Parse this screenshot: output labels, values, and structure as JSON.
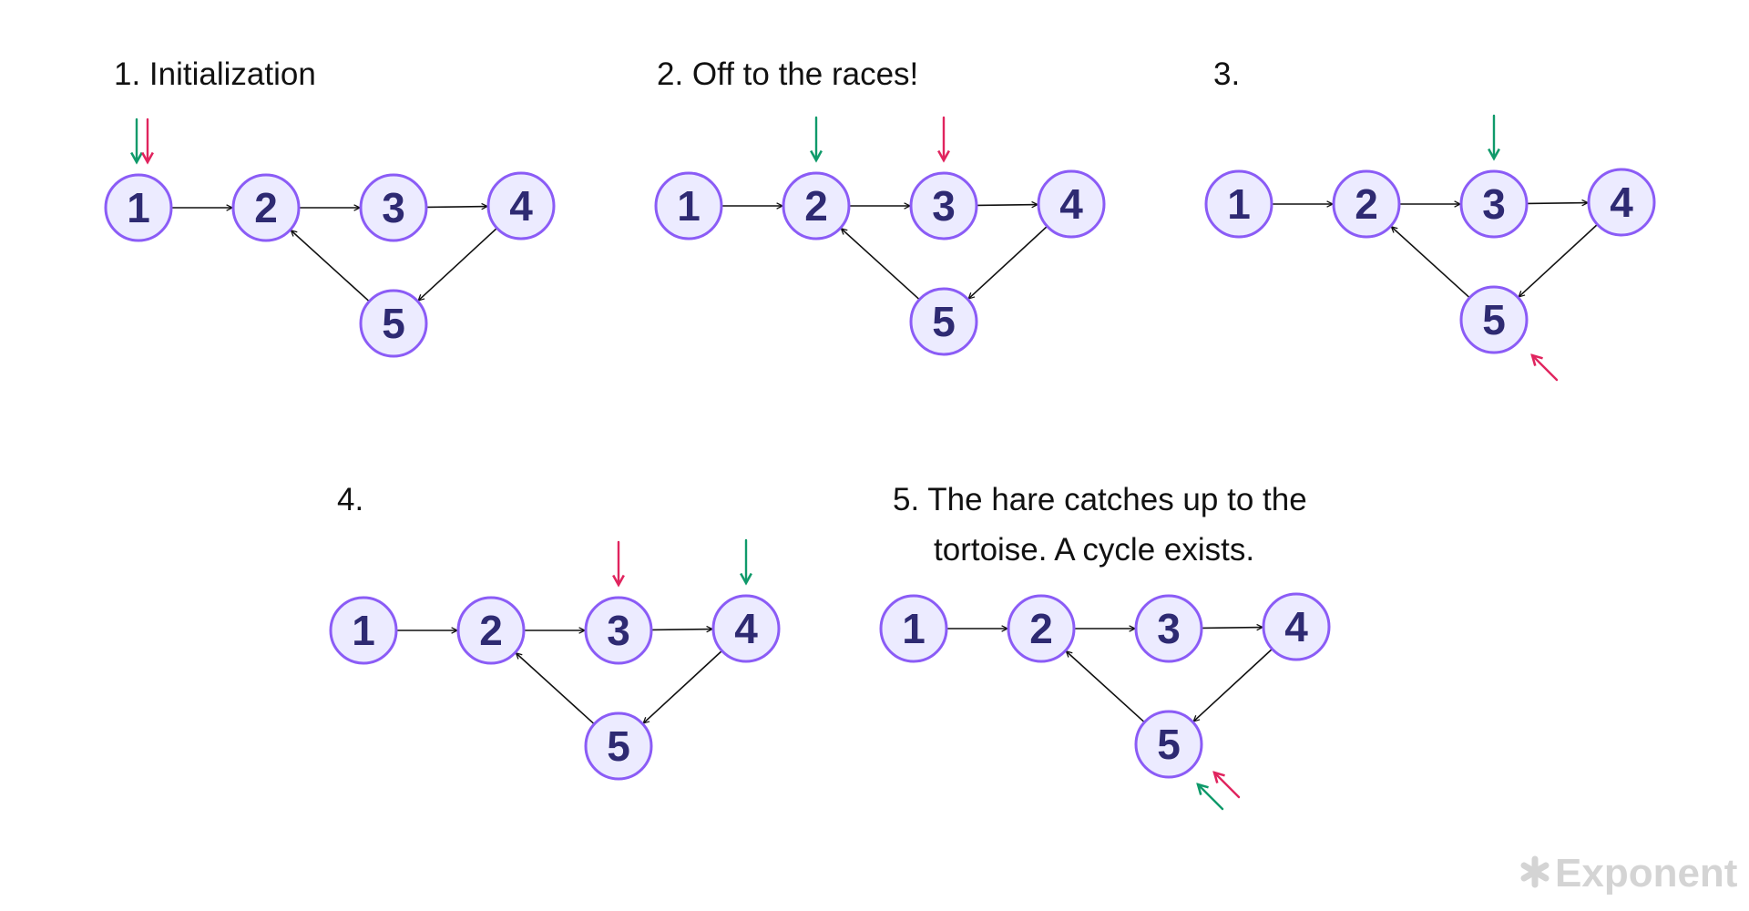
{
  "colors": {
    "node_fill": "#ecebff",
    "node_stroke": "#8b5cf6",
    "node_text": "#2e2a72",
    "tortoise_pointer": "#0f9a6a",
    "hare_pointer": "#e0245e",
    "edge": "#111111"
  },
  "edges": [
    [
      "1",
      "2"
    ],
    [
      "2",
      "3"
    ],
    [
      "3",
      "4"
    ],
    [
      "4",
      "5"
    ],
    [
      "5",
      "2"
    ]
  ],
  "panels": [
    {
      "caption_lines": [
        "1. Initialization"
      ],
      "nodes": [
        "1",
        "2",
        "3",
        "4",
        "5"
      ],
      "pointers": [
        {
          "role": "tortoise",
          "color": "green",
          "at": "1",
          "direction": "down"
        },
        {
          "role": "hare",
          "color": "red",
          "at": "1",
          "direction": "down"
        }
      ]
    },
    {
      "caption_lines": [
        "2. Off to the races!"
      ],
      "nodes": [
        "1",
        "2",
        "3",
        "4",
        "5"
      ],
      "pointers": [
        {
          "role": "tortoise",
          "color": "green",
          "at": "2",
          "direction": "down"
        },
        {
          "role": "hare",
          "color": "red",
          "at": "3",
          "direction": "down"
        }
      ]
    },
    {
      "caption_lines": [
        "3."
      ],
      "nodes": [
        "1",
        "2",
        "3",
        "4",
        "5"
      ],
      "pointers": [
        {
          "role": "tortoise",
          "color": "green",
          "at": "3",
          "direction": "down"
        },
        {
          "role": "hare",
          "color": "red",
          "at": "5",
          "direction": "up-left"
        }
      ]
    },
    {
      "caption_lines": [
        "4."
      ],
      "nodes": [
        "1",
        "2",
        "3",
        "4",
        "5"
      ],
      "pointers": [
        {
          "role": "hare",
          "color": "red",
          "at": "3",
          "direction": "down"
        },
        {
          "role": "tortoise",
          "color": "green",
          "at": "4",
          "direction": "down"
        }
      ]
    },
    {
      "caption_lines": [
        "5. The hare catches up to the",
        "tortoise. A cycle exists."
      ],
      "nodes": [
        "1",
        "2",
        "3",
        "4",
        "5"
      ],
      "pointers": [
        {
          "role": "tortoise",
          "color": "green",
          "at": "5",
          "direction": "up-left"
        },
        {
          "role": "hare",
          "color": "red",
          "at": "5",
          "direction": "up-left"
        }
      ]
    }
  ],
  "logo": {
    "text": "Exponent",
    "icon": "asterisk-icon"
  }
}
